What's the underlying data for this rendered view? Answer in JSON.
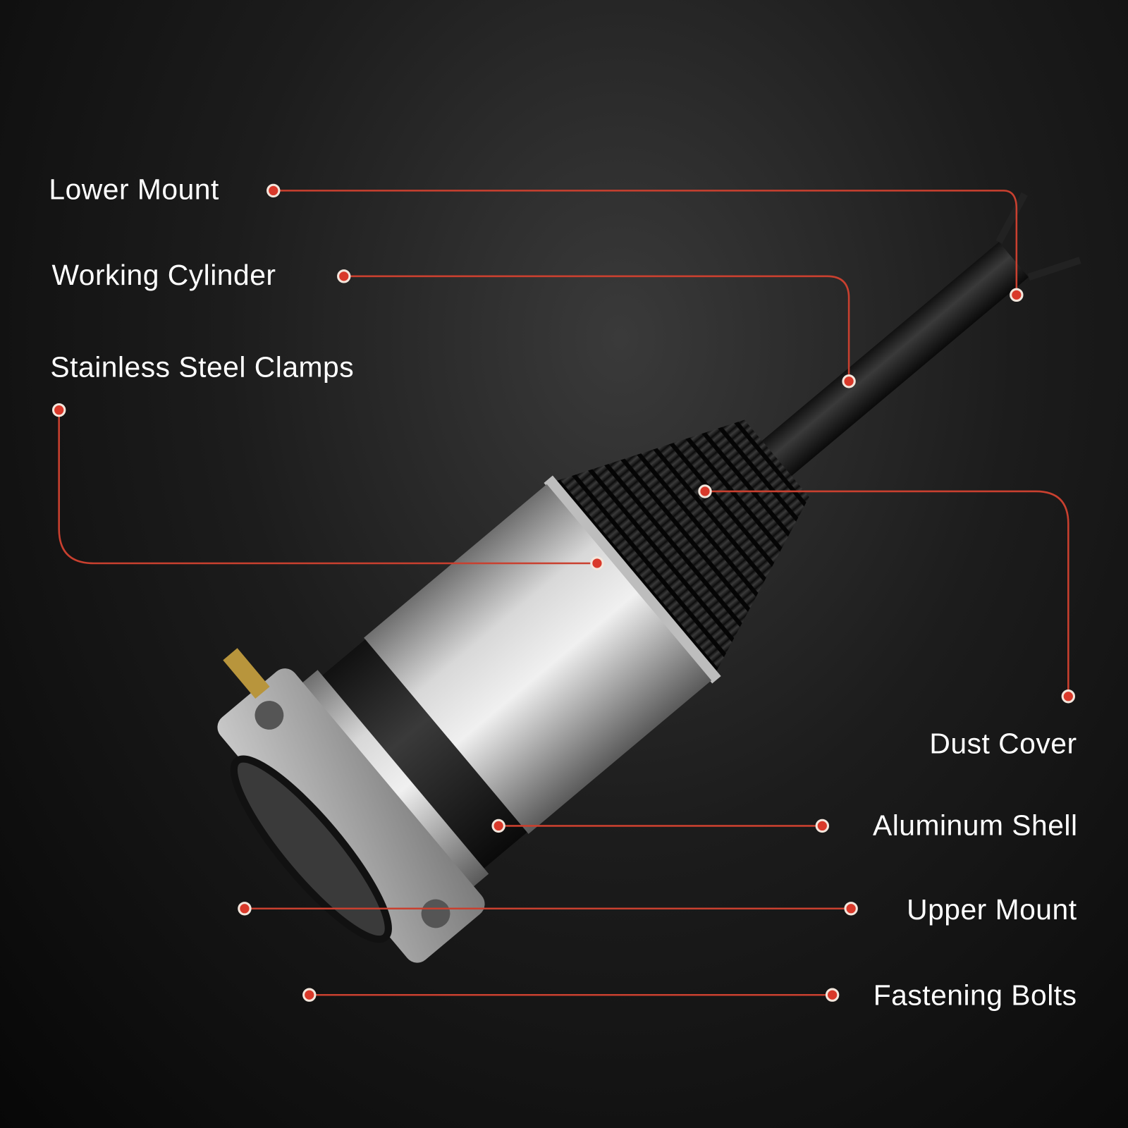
{
  "colors": {
    "line": "#c9402f",
    "dot": "#d9392a",
    "background": "#1c1c1c",
    "text": "#ffffff"
  },
  "callouts": {
    "lower_mount": "Lower Mount",
    "working_cylinder": "Working Cylinder",
    "stainless_steel_clamps": "Stainless Steel Clamps",
    "dust_cover": "Dust Cover",
    "aluminum_shell": "Aluminum Shell",
    "upper_mount": "Upper Mount",
    "fastening_bolts": "Fastening Bolts"
  }
}
